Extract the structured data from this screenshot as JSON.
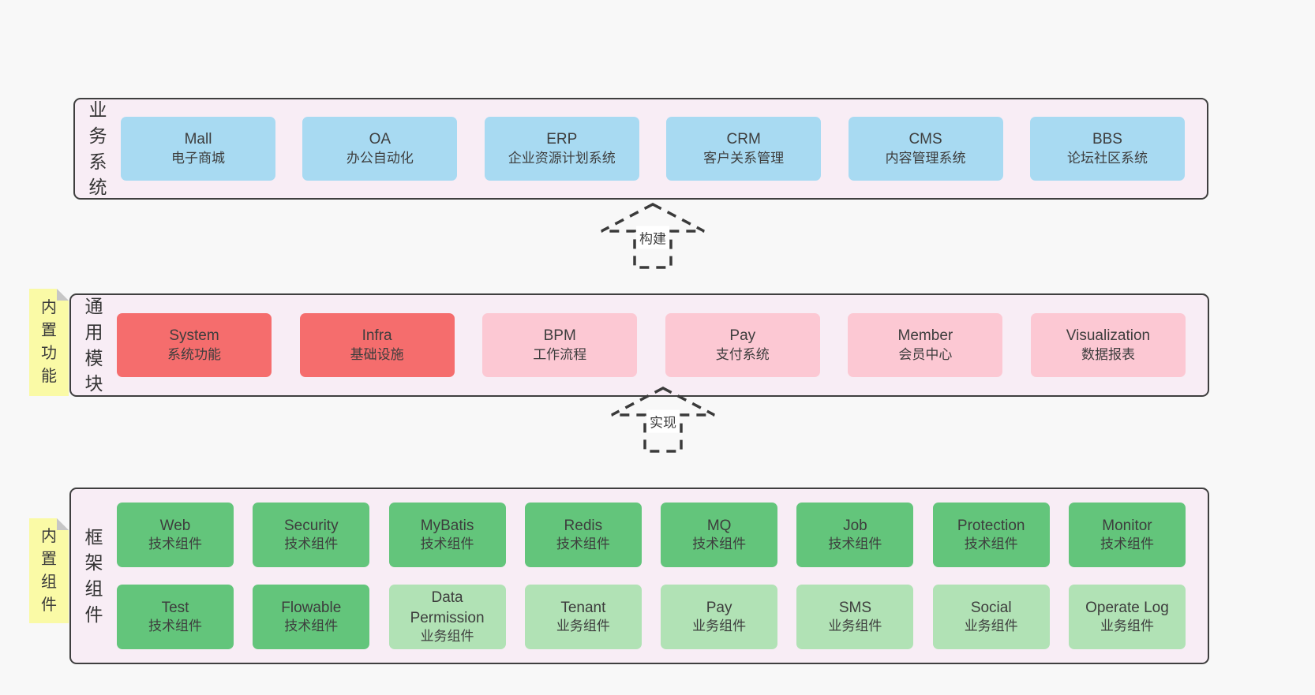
{
  "colors": {
    "page": "#f8f8f8",
    "container": "#f8edf5",
    "line": "#3f3f3f",
    "blue": "#a8daf2",
    "red": "#f56d6d",
    "pink": "#fcc8d3",
    "green": "#63c57b",
    "lightgreen": "#b1e2b5",
    "note": "#fafaa6",
    "fold": "#c6c6c6"
  },
  "arrows": [
    {
      "label": "构建"
    },
    {
      "label": "实现"
    }
  ],
  "layers": [
    {
      "id": "business-systems",
      "label": "业务系统",
      "boxes": [
        {
          "name": "Mall",
          "sub": "电子商城",
          "color": "blue"
        },
        {
          "name": "OA",
          "sub": "办公自动化",
          "color": "blue"
        },
        {
          "name": "ERP",
          "sub": "企业资源计划系统",
          "color": "blue"
        },
        {
          "name": "CRM",
          "sub": "客户关系管理",
          "color": "blue"
        },
        {
          "name": "CMS",
          "sub": "内容管理系统",
          "color": "blue"
        },
        {
          "name": "BBS",
          "sub": "论坛社区系统",
          "color": "blue"
        }
      ]
    },
    {
      "id": "common-modules",
      "label": "通用模块",
      "note": "内置功能",
      "boxes": [
        {
          "name": "System",
          "sub": "系统功能",
          "color": "red"
        },
        {
          "name": "Infra",
          "sub": "基础设施",
          "color": "red"
        },
        {
          "name": "BPM",
          "sub": "工作流程",
          "color": "pink"
        },
        {
          "name": "Pay",
          "sub": "支付系统",
          "color": "pink"
        },
        {
          "name": "Member",
          "sub": "会员中心",
          "color": "pink"
        },
        {
          "name": "Visualization",
          "sub": "数据报表",
          "color": "pink"
        }
      ]
    },
    {
      "id": "framework-components",
      "label": "框架组件",
      "note": "内置组件",
      "rows": [
        [
          {
            "name": "Web",
            "sub": "技术组件",
            "color": "green"
          },
          {
            "name": "Security",
            "sub": "技术组件",
            "color": "green"
          },
          {
            "name": "MyBatis",
            "sub": "技术组件",
            "color": "green"
          },
          {
            "name": "Redis",
            "sub": "技术组件",
            "color": "green"
          },
          {
            "name": "MQ",
            "sub": "技术组件",
            "color": "green"
          },
          {
            "name": "Job",
            "sub": "技术组件",
            "color": "green"
          },
          {
            "name": "Protection",
            "sub": "技术组件",
            "color": "green"
          },
          {
            "name": "Monitor",
            "sub": "技术组件",
            "color": "green"
          }
        ],
        [
          {
            "name": "Test",
            "sub": "技术组件",
            "color": "green"
          },
          {
            "name": "Flowable",
            "sub": "技术组件",
            "color": "green"
          },
          {
            "name": "Data Permission",
            "sub": "业务组件",
            "color": "lightgreen"
          },
          {
            "name": "Tenant",
            "sub": "业务组件",
            "color": "lightgreen"
          },
          {
            "name": "Pay",
            "sub": "业务组件",
            "color": "lightgreen"
          },
          {
            "name": "SMS",
            "sub": "业务组件",
            "color": "lightgreen"
          },
          {
            "name": "Social",
            "sub": "业务组件",
            "color": "lightgreen"
          },
          {
            "name": "Operate Log",
            "sub": "业务组件",
            "color": "lightgreen"
          }
        ]
      ]
    }
  ]
}
